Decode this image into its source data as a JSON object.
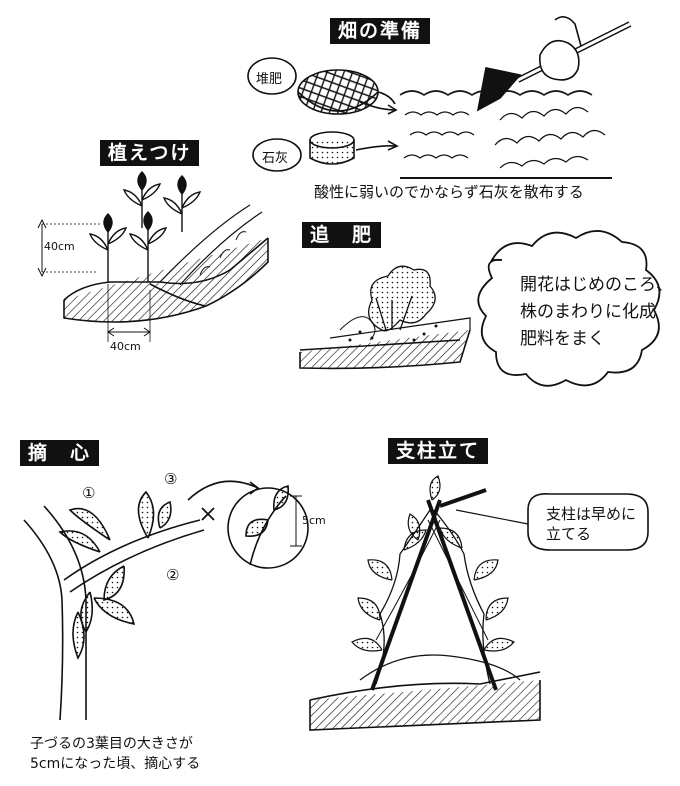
{
  "sections": {
    "prep": {
      "title": "畑の準備",
      "compost": "堆肥",
      "lime": "石灰",
      "caption": "酸性に弱いのでかならず石灰を散布する"
    },
    "planting": {
      "title": "植えつけ",
      "height_label": "40cm",
      "spacing_label": "40cm"
    },
    "topdress": {
      "title": "追　肥",
      "bubble": [
        "開花はじめのころ、",
        "株のまわりに化成",
        "肥料をまく"
      ]
    },
    "pinching": {
      "title": "摘　心",
      "mark1": "①",
      "mark2": "②",
      "mark3": "③",
      "cross": "×",
      "leaf_size": "5cm",
      "caption": [
        "子づるの3葉目の大きさが",
        "5cmになった頃、摘心する"
      ]
    },
    "support": {
      "title": "支柱立て",
      "bubble": [
        "支柱は早めに",
        "立てる"
      ]
    }
  }
}
